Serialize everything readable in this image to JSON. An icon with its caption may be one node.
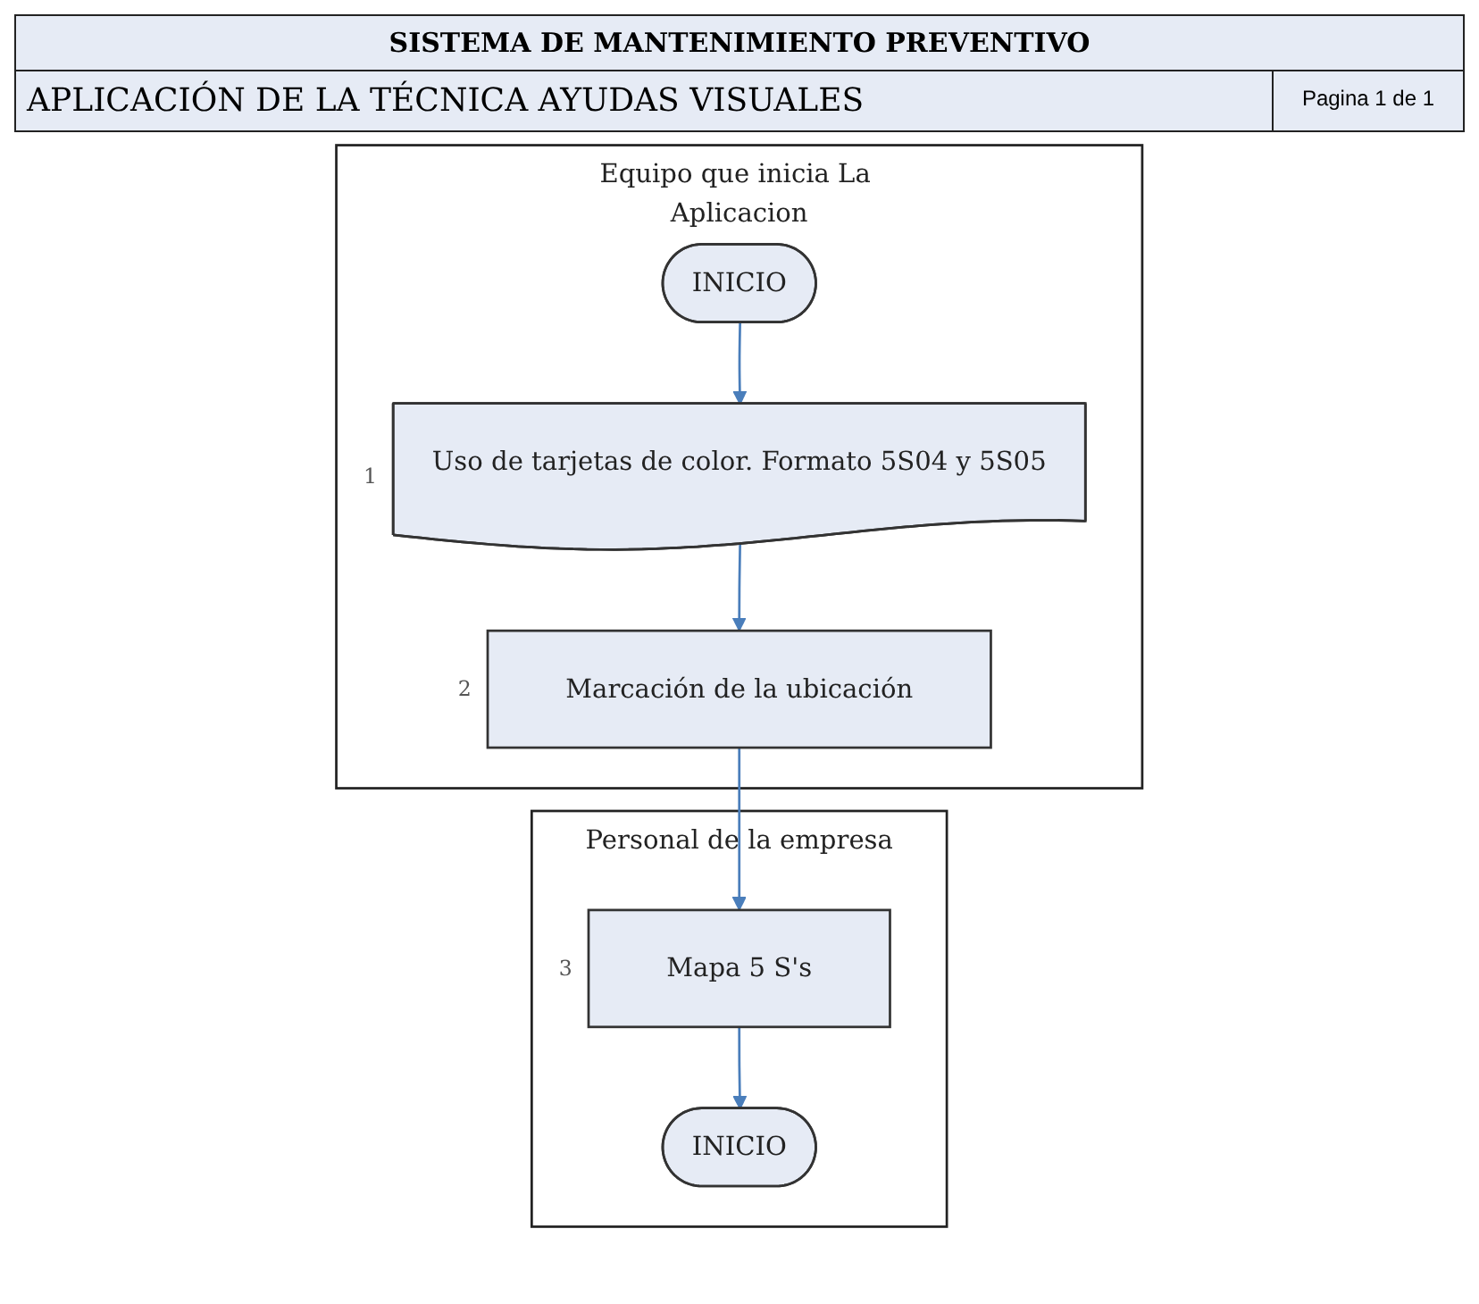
{
  "diagram": {
    "title": "SISTEMA DE MANTENIMIENTO PREVENTIVO",
    "nodes": [
      {
        "text": [
          "Equipo que inicia La Aplicacion"
        ]
      },
      {
        "text": [
          "INICIO"
        ],
        "in": 0
      },
      {
        "text": [
          "Uso de tarjetas de color. Formato 5S04 y 5S05"
        ],
        "in": 0,
        "beside": [
          "1"
        ]
      },
      {
        "text": [
          "Marcación de la ubicación"
        ],
        "in": 0,
        "beside": [
          "2"
        ]
      },
      {
        "text": [
          "Personal de la empresa"
        ]
      },
      {
        "text": [
          "Mapa 5 S's"
        ],
        "in": 4,
        "beside": [
          "3"
        ]
      },
      {
        "text": [
          "INICIO"
        ],
        "in": 4
      }
    ],
    "edges": [
      {
        "from": 1,
        "to": 2,
        "arrow": "to"
      },
      {
        "from": 2,
        "to": 3,
        "arrow": "to"
      },
      {
        "from": 3,
        "to": 5,
        "arrow": "to"
      },
      {
        "from": 5,
        "to": 6,
        "arrow": "to"
      }
    ],
    "labels": [
      "APLICACIÓN DE LA TÉCNICA AYUDAS VISUALES",
      "Pagina 1 de 1"
    ]
  }
}
